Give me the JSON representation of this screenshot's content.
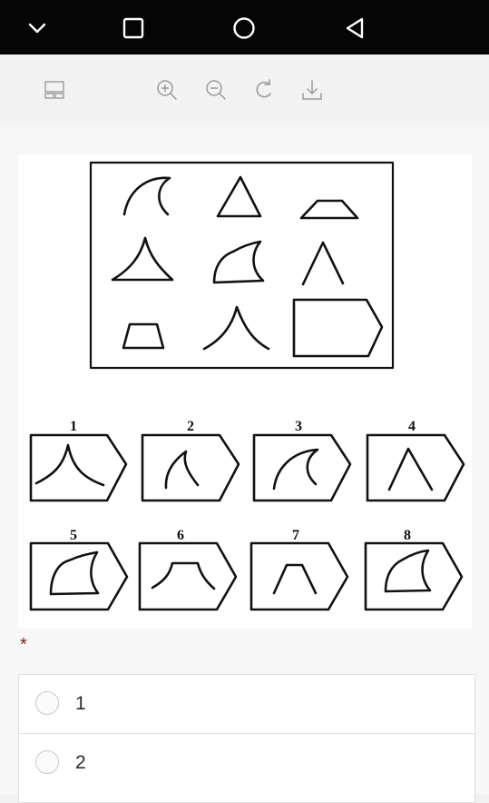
{
  "nav_bar": {
    "icons": [
      "chevron-down-icon",
      "square-recents-icon",
      "circle-home-icon",
      "triangle-back-icon"
    ]
  },
  "viewer_toolbar": {
    "icons": [
      "layout-icon",
      "zoom-in-icon",
      "zoom-out-icon",
      "rotate-icon",
      "download-icon"
    ]
  },
  "puzzle": {
    "answer_choice_numbers": [
      "1",
      "2",
      "3",
      "4",
      "5",
      "6",
      "7",
      "8"
    ]
  },
  "question": {
    "required_marker": "*",
    "options": [
      {
        "label": "1"
      },
      {
        "label": "2"
      }
    ]
  },
  "colors": {
    "nav_bar": "#050505",
    "toolbar_bg": "#f2f2f3",
    "required": "#7a1f1f"
  }
}
